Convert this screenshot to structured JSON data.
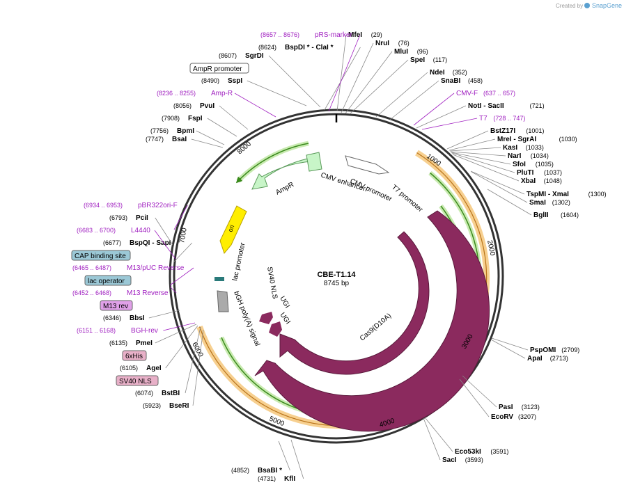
{
  "header": {
    "brand_prefix": "Created by",
    "brand_name": "SnapGene"
  },
  "plasmid": {
    "name": "CBE-T1.14",
    "length": "8745 bp"
  },
  "tick_labels": [
    "1000",
    "2000",
    "3000",
    "4000",
    "5000",
    "6000",
    "7000",
    "8000"
  ],
  "site_labels": [
    {
      "name": "MfeI",
      "pos": "(29)"
    },
    {
      "name": "NruI",
      "pos": "(76)"
    },
    {
      "name": "MluI",
      "pos": "(96)"
    },
    {
      "name": "SpeI",
      "pos": "(117)"
    },
    {
      "name": "NdeI",
      "pos": "(352)"
    },
    {
      "name": "SnaBI",
      "pos": "(458)"
    },
    {
      "name": "CMV-F",
      "pos": "(637 .. 657)"
    },
    {
      "name": "NotI  - SacII",
      "pos": "(721)"
    },
    {
      "name": "T7",
      "pos": "(728 .. 747)"
    },
    {
      "name": "BstZ17I",
      "pos": "(1001)"
    },
    {
      "name": "MreI  - SgrAI",
      "pos": "(1030)"
    },
    {
      "name": "KasI",
      "pos": "(1033)"
    },
    {
      "name": "NarI",
      "pos": "(1034)"
    },
    {
      "name": "SfoI",
      "pos": "(1035)"
    },
    {
      "name": "PluTI",
      "pos": "(1037)"
    },
    {
      "name": "XbaI",
      "pos": "(1048)"
    },
    {
      "name": "TspMI  - XmaI",
      "pos": "(1300)"
    },
    {
      "name": "SmaI",
      "pos": "(1302)"
    },
    {
      "name": "BglII",
      "pos": "(1604)"
    },
    {
      "name": "PspOMI",
      "pos": "(2709)"
    },
    {
      "name": "ApaI",
      "pos": "(2713)"
    },
    {
      "name": "PasI",
      "pos": "(3123)"
    },
    {
      "name": "EcoRV",
      "pos": "(3207)"
    },
    {
      "name": "Eco53kI",
      "pos": "(3591)"
    },
    {
      "name": "SacI",
      "pos": "(3593)"
    },
    {
      "name": "KflI",
      "pos": "(4731)"
    },
    {
      "name": "BsaBI *",
      "pos": "(4852)"
    },
    {
      "name": "BseRI",
      "pos": "(5923)"
    },
    {
      "name": "BstBI",
      "pos": "(6074)"
    },
    {
      "name": "AgeI",
      "pos": "(6105)"
    },
    {
      "name": "PmeI",
      "pos": "(6135)"
    },
    {
      "name": "BGH-rev",
      "pos": "(6151 .. 6168)"
    },
    {
      "name": "BbsI",
      "pos": "(6346)"
    },
    {
      "name": "M13 Reverse",
      "pos": "(6452 .. 6468)"
    },
    {
      "name": "M13/pUC Reverse",
      "pos": "(6465 .. 6487)"
    },
    {
      "name": "BspQI   - SapI",
      "pos": "(6677)"
    },
    {
      "name": "L4440",
      "pos": "(6683 .. 6700)"
    },
    {
      "name": "PciI",
      "pos": "(6793)"
    },
    {
      "name": "pBR322ori-F",
      "pos": "(6934 .. 6953)"
    },
    {
      "name": "BsaI",
      "pos": "(7747)"
    },
    {
      "name": "BpmI",
      "pos": "(7756)"
    },
    {
      "name": "FspI",
      "pos": "(7908)"
    },
    {
      "name": "PvuI",
      "pos": "(8056)"
    },
    {
      "name": "Amp-R",
      "pos": "(8236 .. 8255)"
    },
    {
      "name": "SspI",
      "pos": "(8490)"
    },
    {
      "name": "SgrDI",
      "pos": "(8607)"
    },
    {
      "name": "BspDI *  - ClaI *",
      "pos": "(8624)"
    },
    {
      "name": "pRS-marker",
      "pos": "(8657 .. 8676)"
    }
  ],
  "boxed_labels": [
    "AmpR promoter",
    "CAP binding site",
    "lac operator",
    "M13 rev",
    "6xHis",
    "SV40 NLS"
  ],
  "feature_labels": [
    "CMV enhancer",
    "CMV promoter",
    "T7 promoter",
    "AmpR",
    "ori",
    "lac promoter",
    "bGH poly(A) signal",
    "SV40 NLS",
    "UGI",
    "UGI",
    "Cas9(D10A)",
    "Cas9"
  ],
  "colors": {
    "cas9": "#8b2a5e",
    "amp": "#c8f5c8",
    "ori": "#ffee00",
    "primer": "#a020c0",
    "orange": "#f5b642",
    "green": "#4aa02c"
  }
}
